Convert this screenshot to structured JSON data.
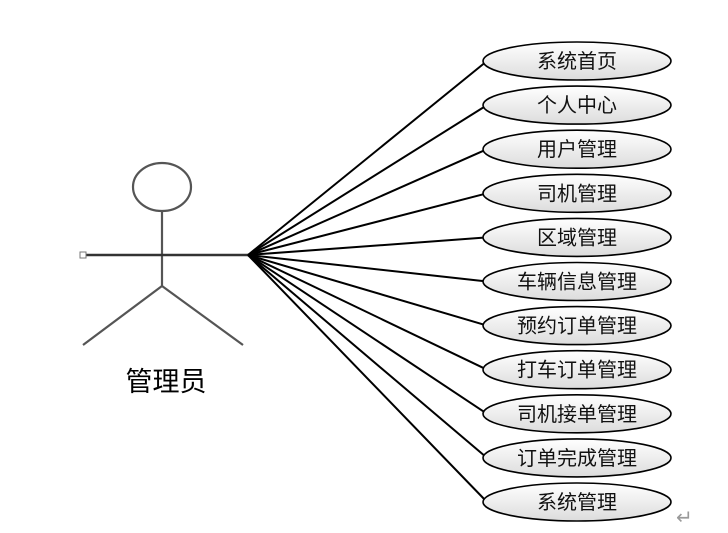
{
  "actor": {
    "name": "管理员"
  },
  "use_cases": [
    {
      "label": "系统首页"
    },
    {
      "label": "个人中心"
    },
    {
      "label": "用户管理"
    },
    {
      "label": "司机管理"
    },
    {
      "label": "区域管理"
    },
    {
      "label": "车辆信息管理"
    },
    {
      "label": "预约订单管理"
    },
    {
      "label": "打车订单管理"
    },
    {
      "label": "司机接单管理"
    },
    {
      "label": "订单完成管理"
    },
    {
      "label": "系统管理"
    }
  ],
  "colors": {
    "ellipse_fill_top": "#ffffff",
    "ellipse_fill_bottom": "#dcdcdc",
    "line": "#000000"
  }
}
